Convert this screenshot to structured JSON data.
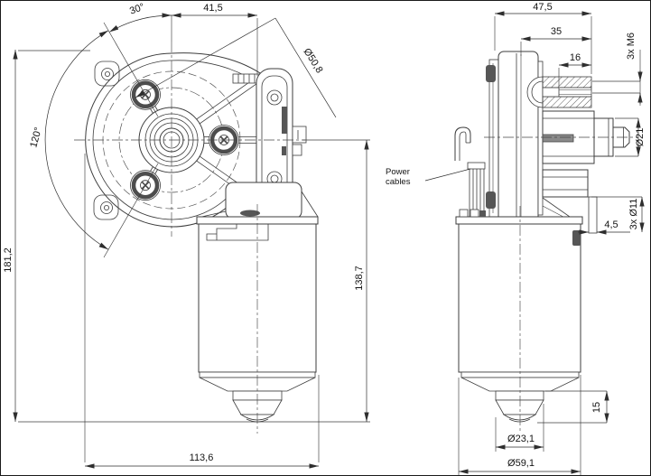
{
  "front_view": {
    "angle_top": "30°",
    "width_top": "41,5",
    "bolt_circle_dia": "Ø50,8",
    "angle_left": "120°",
    "height_overall": "181,2",
    "length_overall": "113,6",
    "motor_length": "138,7"
  },
  "side_view": {
    "depth_overall": "47,5",
    "boss_depth": "35",
    "thread_depth": "16",
    "thread_spec": "3x M6",
    "shaft_dia": "Ø21",
    "hole_spec": "3x Ø11",
    "flange_thickness": "4,5",
    "tip_length": "15",
    "cap_dia": "Ø23,1",
    "body_dia": "Ø59,1",
    "power_label_line1": "Power",
    "power_label_line2": "cables"
  },
  "colors": {
    "line": "#3d3d3d",
    "dimension": "#2e2e2e",
    "background": "#ffffff"
  }
}
